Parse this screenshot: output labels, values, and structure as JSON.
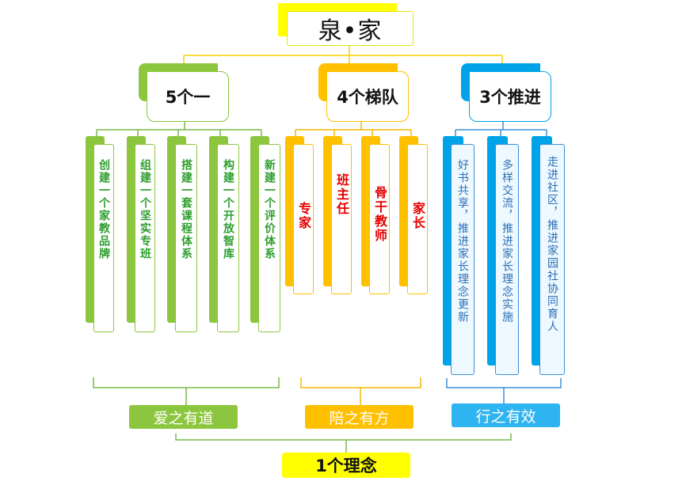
{
  "title": "泉•家",
  "branches": [
    {
      "header": "5个一",
      "color": "#8cc63f",
      "items": [
        "创建一个家教品牌",
        "组建一个坚实专班",
        "搭建一套课程体系",
        "构建一个开放智库",
        "新建一个评价体系"
      ],
      "theme": "爱之有道"
    },
    {
      "header": "4个梯队",
      "color": "#ffc000",
      "items": [
        "专家",
        "班主任",
        "骨干教师",
        "家长"
      ],
      "theme": "陪之有方"
    },
    {
      "header": "3个推进",
      "color": "#00a3e8",
      "items": [
        "好书共享，推进家长理念更新",
        "多样交流，推进家长理念实施",
        "走进社区，推进家园社协同育人"
      ],
      "theme": "行之有效"
    }
  ],
  "bottom": "1个理念"
}
